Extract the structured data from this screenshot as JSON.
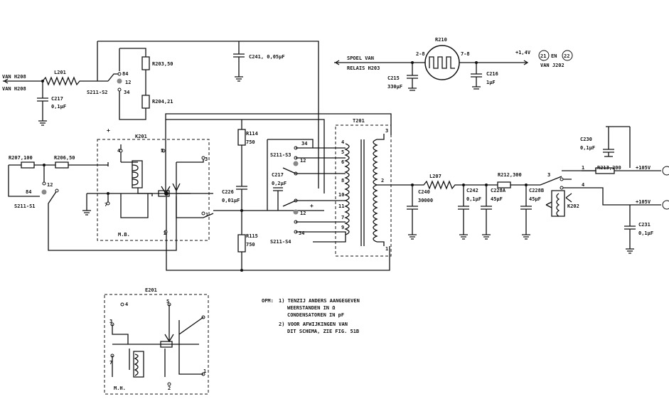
{
  "labels": {
    "in_ref_top": "VAN H208",
    "in_ref_bottom": "VAN H208",
    "L201": "L201",
    "C217": "C217",
    "C217_val": "0,1μF",
    "S211_S2": "S211-S2",
    "t84": "84",
    "t12": "12",
    "t34": "34",
    "R203": "R203,50",
    "R204": "R204,21",
    "C241": "C241, 0,05μF",
    "spoel_1": "SPOEL VAN",
    "spoel_2": "RELAIS H203",
    "C215": "C215",
    "C215_val": "330μF",
    "pin_2_8": "2-8",
    "pin_7_8": "7-8",
    "tube": "R210",
    "C216": "C216",
    "C216_val": "1μF",
    "v14": "+1,4V",
    "nr21": "21",
    "en": "EN",
    "nr22": "22",
    "van_j202": "VAN J202",
    "plus1": "+",
    "K201": "K201",
    "R114": "R114",
    "R114_val": "750",
    "S211_S3": "S211-S3",
    "T201": "T201",
    "R207": "R207,100",
    "R206": "R206,50",
    "S211_S1": "S211-S1",
    "C226": "C226",
    "C226_val": "0,01μF",
    "C217b": "C217",
    "C217b_val": "0,2μF",
    "plus2": "+",
    "R115": "R115",
    "R115_val": "750",
    "S211_S4": "S211-S4",
    "MB": "M.B.",
    "L207": "L207",
    "R212": "R212,300",
    "C230": "C230",
    "C230_val": "0,1μF",
    "R213": "R213,200",
    "v105a": "+105V",
    "v105b": "+105V",
    "C240": "C240",
    "C240_val": "30000",
    "C242": "C242",
    "C242_val": "0,1μF",
    "C228A": "C228A",
    "C228A_val": "45μF",
    "C228B": "C228B",
    "C228B_val": "45μF",
    "K202": "K202",
    "C231": "C231",
    "C231_val": "0,1μF",
    "n3": "3",
    "n4": "4",
    "n1": "1",
    "n2": "2",
    "n5": "5",
    "n6": "6",
    "n7": "7",
    "n8": "8",
    "n9": "9",
    "n10": "10",
    "n11": "11",
    "E201": "E201",
    "MH": "M.H.",
    "opm": "OPM:",
    "note1_a": "1) TENZIJ ANDERS AANGEGEVEN",
    "note1_b": "WEERSTANDEN IN Ω",
    "note1_c": "CONDENSATOREN IN pF",
    "note2_a": "2) VOOR AFWIJKINGEN VAN",
    "note2_b": "DIT SCHEMA, ZIE FIG. 51B"
  },
  "colors": {
    "ink": "#111111",
    "paper": "#ffffff"
  }
}
